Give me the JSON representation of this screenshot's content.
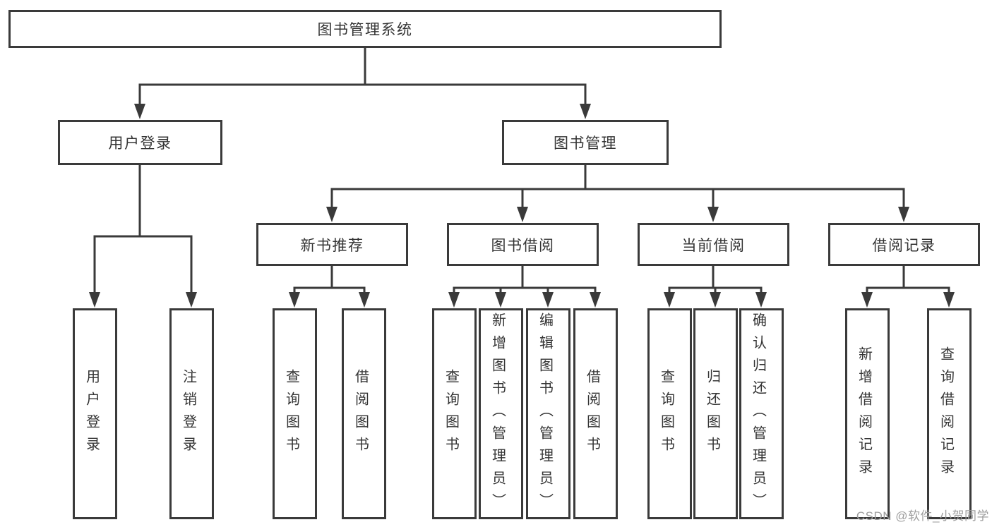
{
  "tree": {
    "root": "图书管理系统",
    "level2": [
      "用户登录",
      "图书管理"
    ],
    "level3": [
      "新书推荐",
      "图书借阅",
      "当前借阅",
      "借阅记录"
    ],
    "leaves": {
      "user": [
        "用户登录",
        "注销登录"
      ],
      "recommend": [
        "查询图书",
        "借阅图书"
      ],
      "borrow": [
        "查询图书",
        "新增图书（管理员）",
        "编辑图书（管理员）",
        "借阅图书"
      ],
      "current": [
        "查询图书",
        "归还图书",
        "确认归还（管理员）"
      ],
      "records": [
        "新增借阅记录",
        "查询借阅记录"
      ]
    }
  },
  "watermark": "CSDN @软件_小贺同学",
  "colors": {
    "line": "#3a3a3a",
    "text": "#343434",
    "box_bg": "#ffffff",
    "watermark": "#9e9e9e"
  }
}
